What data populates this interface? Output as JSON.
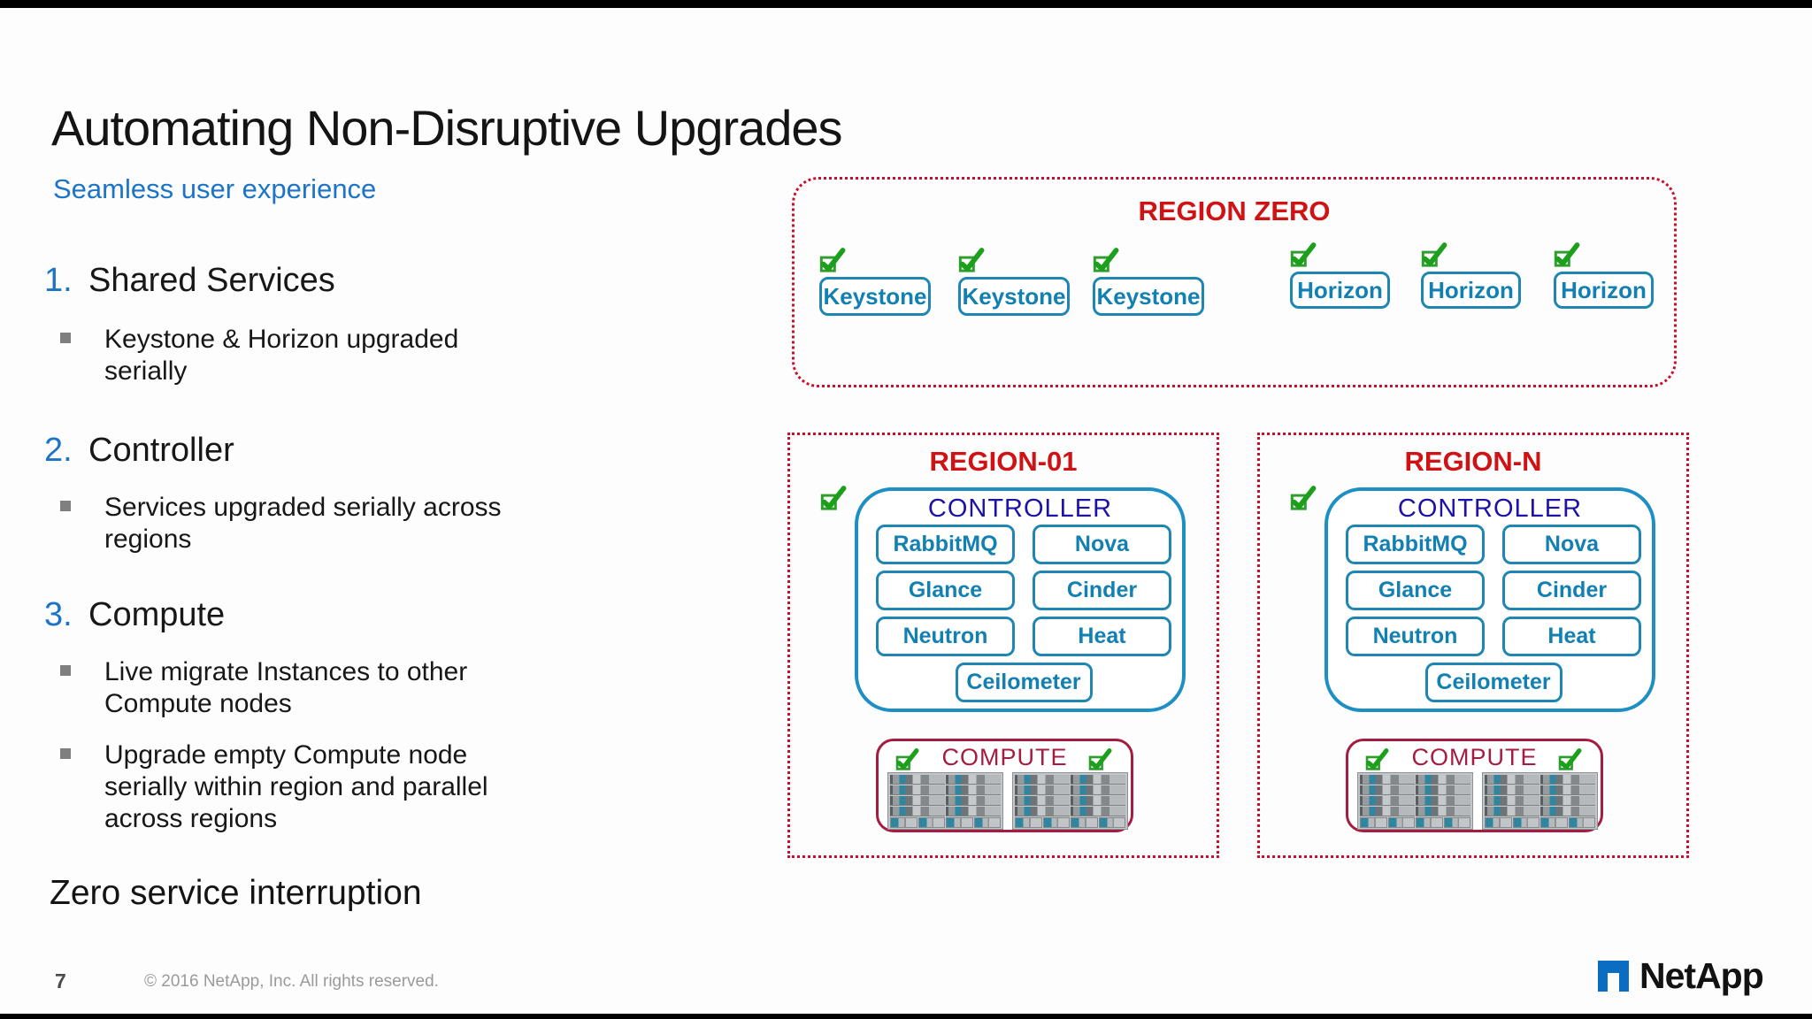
{
  "slide": {
    "title": "Automating Non-Disruptive Upgrades",
    "subtitle": "Seamless user experience",
    "items": [
      {
        "number": "1.",
        "heading": "Shared Services",
        "bullets": [
          "Keystone & Horizon upgraded serially"
        ]
      },
      {
        "number": "2.",
        "heading": "Controller",
        "bullets": [
          "Services upgraded serially across regions"
        ]
      },
      {
        "number": "3.",
        "heading": "Compute",
        "bullets": [
          "Live migrate Instances to other Compute nodes",
          "Upgrade empty Compute node serially within region and parallel across regions"
        ]
      }
    ],
    "closing": "Zero service interruption"
  },
  "diagram": {
    "region_zero": {
      "title": "REGION ZERO",
      "keystone_nodes": [
        "Keystone",
        "Keystone",
        "Keystone"
      ],
      "horizon_nodes": [
        "Horizon",
        "Horizon",
        "Horizon"
      ],
      "status_icon": "green-check-icon"
    },
    "regions": [
      {
        "title": "REGION-01",
        "controller": {
          "title": "CONTROLLER",
          "services": [
            "RabbitMQ",
            "Nova",
            "Glance",
            "Cinder",
            "Neutron",
            "Heat",
            "Ceilometer"
          ]
        },
        "compute": {
          "title": "COMPUTE",
          "racks": 2
        }
      },
      {
        "title": "REGION-N",
        "controller": {
          "title": "CONTROLLER",
          "services": [
            "RabbitMQ",
            "Nova",
            "Glance",
            "Cinder",
            "Neutron",
            "Heat",
            "Ceilometer"
          ]
        },
        "compute": {
          "title": "COMPUTE",
          "racks": 2
        }
      }
    ],
    "rack_visual": {
      "blade_rows": 4,
      "blade_cols": 2,
      "shelf_bays": 4
    }
  },
  "footer": {
    "page_number": "7",
    "copyright": "© 2016 NetApp, Inc. All rights reserved.",
    "logo_text": "NetApp"
  },
  "colors": {
    "accent_blue": "#1b74c8",
    "node_blue": "#1380b2",
    "controller_title_blue": "#1c12a8",
    "region_red": "#cf1315",
    "dotted_border_red": "#c8102e",
    "compute_crimson": "#a51c40",
    "check_green": "#1ca01c",
    "netapp_blue": "#0a6dc2"
  }
}
